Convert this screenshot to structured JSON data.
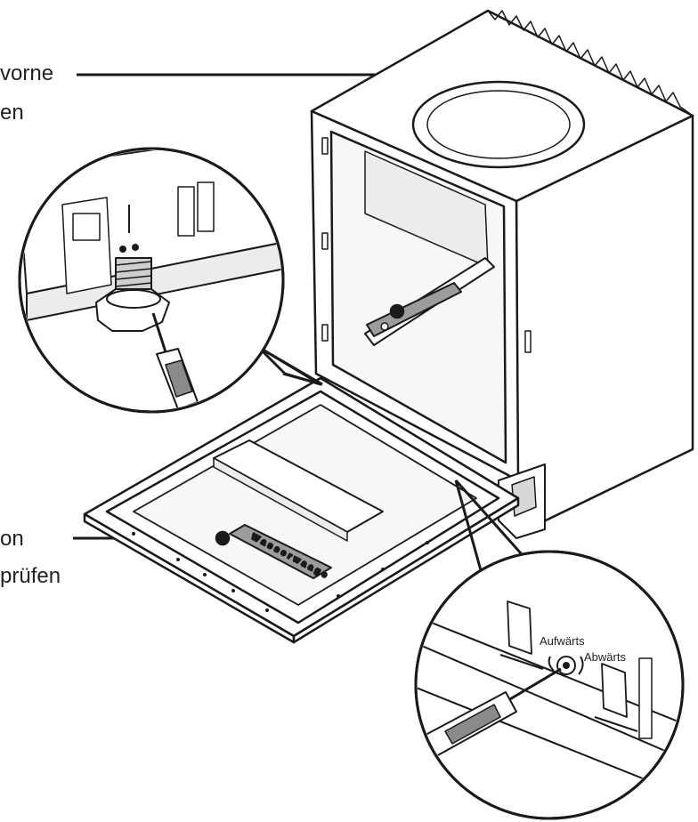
{
  "callouts": {
    "top_line1": "vorne",
    "top_line2": "en",
    "bottom_line1": "on",
    "bottom_line2": "prüfen"
  },
  "inset_labels": {
    "up": "Aufwärts",
    "down": "Abwärts"
  },
  "colors": {
    "line": "#1a1a1a",
    "fill_white": "#ffffff",
    "fill_light_gray": "#e9e9e9",
    "fill_mid_gray": "#bdbdbd",
    "fill_dark_gray": "#8a8a8a"
  }
}
